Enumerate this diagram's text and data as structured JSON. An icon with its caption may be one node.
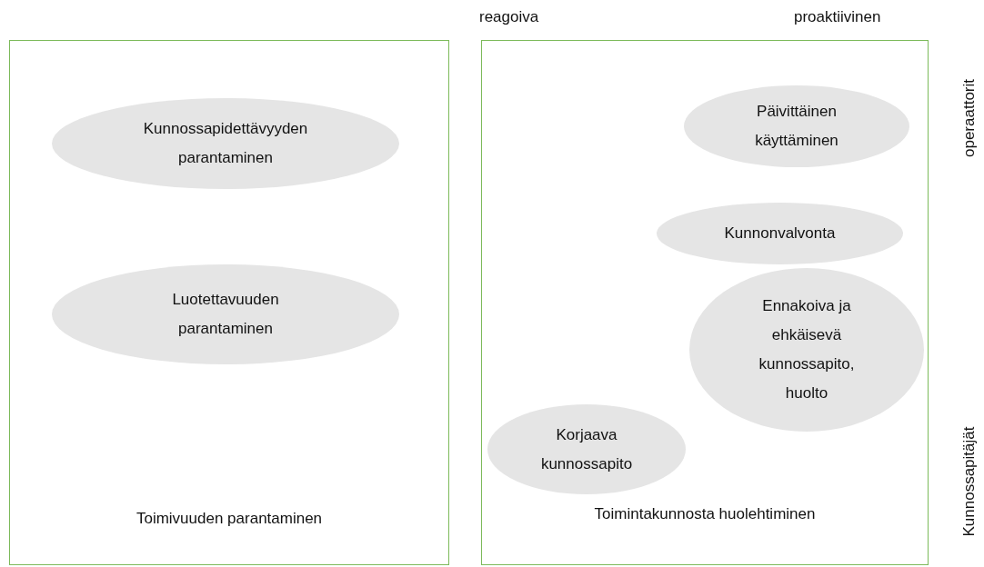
{
  "diagram": {
    "nodes": [
      {
        "text": [
          "Toimivuuden parantaminen"
        ]
      },
      {
        "text": [
          "Kunnossapidettävyyden parantaminen"
        ],
        "in": 0
      },
      {
        "text": [
          "Luotettavuuden parantaminen"
        ],
        "in": 0
      },
      {
        "text": [
          "Toimintakunnosta huolehtiminen"
        ]
      },
      {
        "text": [
          "Päivittäinen käyttäminen"
        ],
        "in": 3
      },
      {
        "text": [
          "Kunnonvalvonta"
        ],
        "in": 3
      },
      {
        "text": [
          "Ennakoiva ja ehkäisevä kunnossapito, huolto"
        ],
        "in": 3
      },
      {
        "text": [
          "Korjaava kunnossapito"
        ],
        "in": 3
      }
    ],
    "labels": [
      "reagoiva",
      "proaktiivinen",
      "operaattorit",
      "Kunnossapitäjät"
    ]
  }
}
